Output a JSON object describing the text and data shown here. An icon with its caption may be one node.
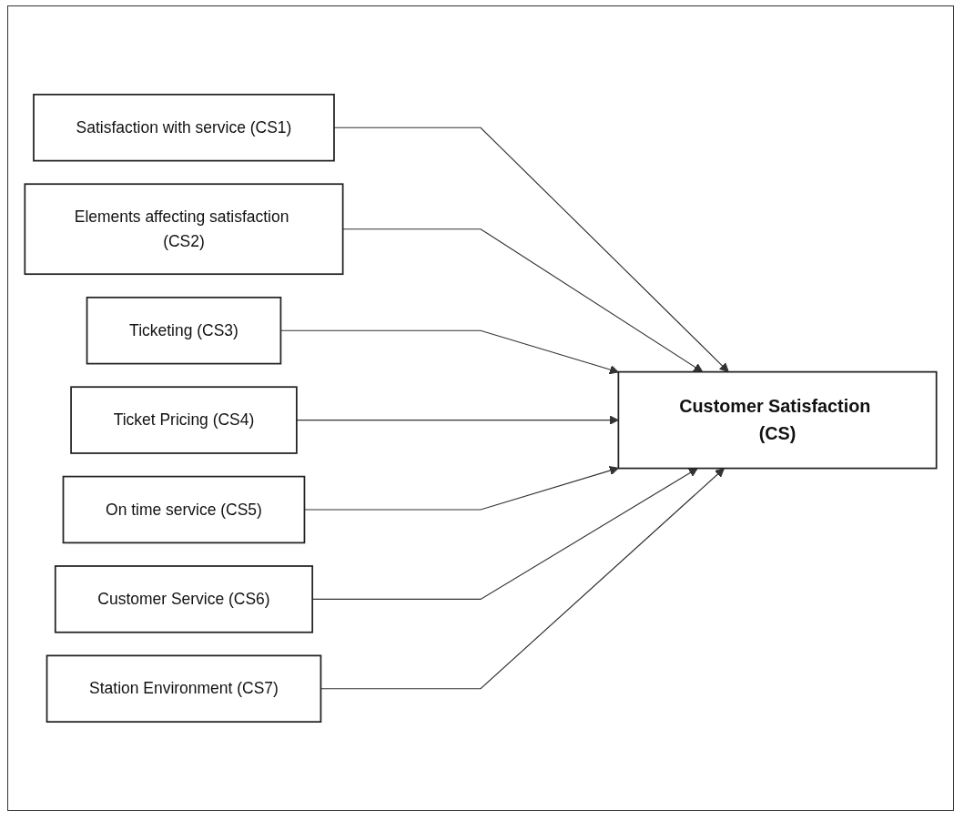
{
  "diagram": {
    "nodes": [
      {
        "text": [
          "Satisfaction with service (CS1)"
        ]
      },
      {
        "text": [
          "Elements affecting satisfaction (CS2)"
        ]
      },
      {
        "text": [
          "Ticketing (CS3)"
        ]
      },
      {
        "text": [
          "Ticket Pricing (CS4)"
        ]
      },
      {
        "text": [
          "On time service (CS5)"
        ]
      },
      {
        "text": [
          "Customer Service (CS6)"
        ]
      },
      {
        "text": [
          "Station Environment (CS7)"
        ]
      },
      {
        "text": [
          "Customer Satisfaction (CS)"
        ]
      }
    ],
    "edges": [
      {
        "from": 0,
        "to": 7,
        "arrow": "to"
      },
      {
        "from": 1,
        "to": 7,
        "arrow": "to"
      },
      {
        "from": 2,
        "to": 7,
        "arrow": "to"
      },
      {
        "from": 3,
        "to": 7,
        "arrow": "to"
      },
      {
        "from": 4,
        "to": 7,
        "arrow": "to"
      },
      {
        "from": 5,
        "to": 7,
        "arrow": "to"
      },
      {
        "from": 6,
        "to": 7,
        "arrow": "to"
      }
    ]
  }
}
